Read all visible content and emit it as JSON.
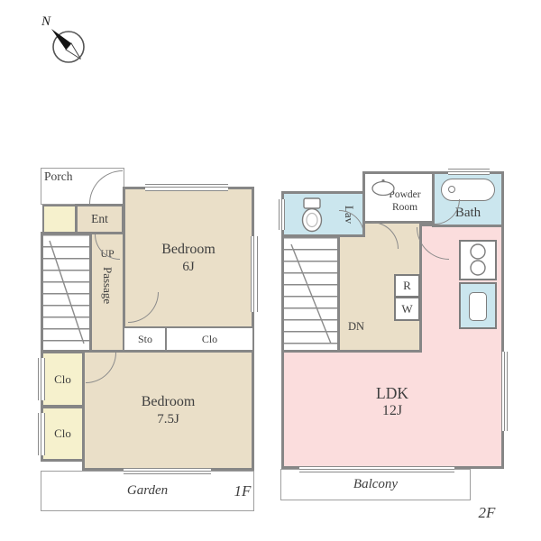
{
  "compass": {
    "north_label": "N"
  },
  "colors": {
    "wall": "#868686",
    "room_beige": "#eadfc8",
    "room_pink": "#fbdddd",
    "water_blue": "#cbe6ee",
    "closet_yellow": "#f6f1cd"
  },
  "floor1": {
    "floor_label": "1F",
    "porch_label": "Porch",
    "ent_label": "Ent",
    "up_label": "UP",
    "passage_label": "Passage",
    "bedroom6": {
      "name": "Bedroom",
      "size": "6J"
    },
    "sto_label": "Sto",
    "clo_bedroom_label": "Clo",
    "clo_upper_label": "Clo",
    "clo_lower_label": "Clo",
    "bedroom75": {
      "name": "Bedroom",
      "size": "7.5J"
    },
    "garden_label": "Garden"
  },
  "floor2": {
    "floor_label": "2F",
    "lav_label": "Lav",
    "powder": {
      "line1": "Powder",
      "line2": "Room"
    },
    "bath_label": "Bath",
    "dn_label": "DN",
    "refrigerator_label": "R",
    "washer_label": "W",
    "ldk": {
      "name": "LDK",
      "size": "12J"
    },
    "balcony_label": "Balcony"
  }
}
